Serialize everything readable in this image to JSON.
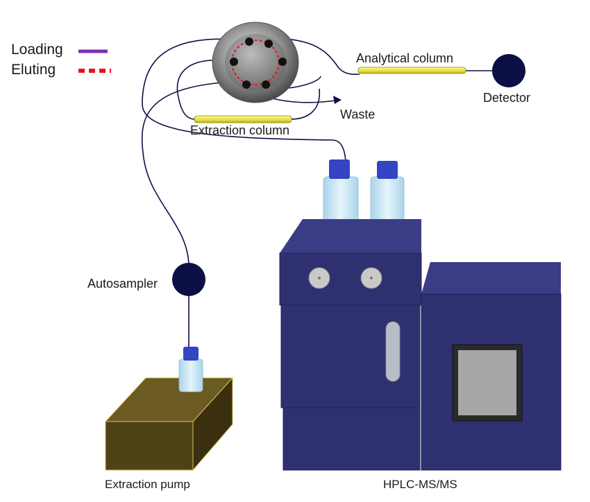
{
  "legend": {
    "loading_label": "Loading",
    "eluting_label": "Eluting",
    "loading_color": "#7b2fb5",
    "eluting_color": "#e8141a"
  },
  "labels": {
    "analytical_column": "Analytical column",
    "detector": "Detector",
    "waste": "Waste",
    "extraction_column": "Extraction column",
    "autosampler": "Autosampler",
    "extraction_pump": "Extraction pump",
    "hplc": "HPLC-MS/MS"
  },
  "colors": {
    "instrument_navy": "#2e3070",
    "node_dark": "#0c0f45",
    "column_yellow": "#e6de3a",
    "vial_cap": "#3344c4",
    "vial_body": "#c7e6f4",
    "pump_olive": "#6b5a22"
  }
}
